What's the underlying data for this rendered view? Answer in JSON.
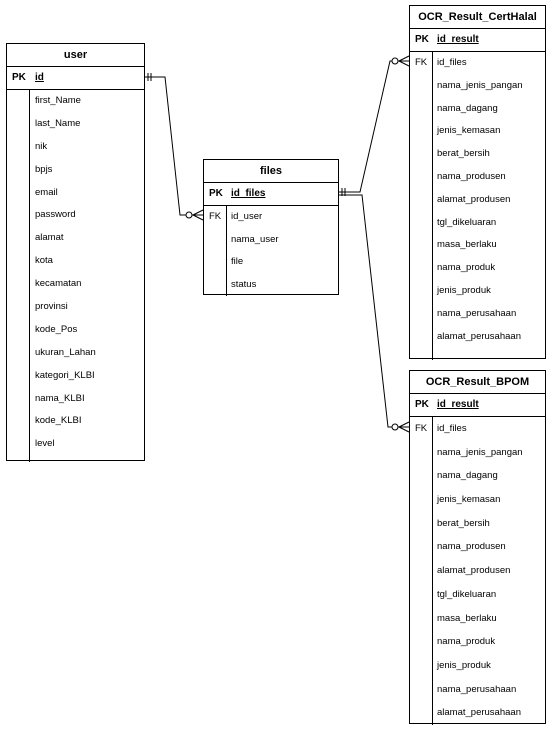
{
  "user": {
    "title": "user",
    "pk_label": "PK",
    "pk_name": "id",
    "fields": [
      "first_Name",
      "last_Name",
      "nik",
      "bpjs",
      "email",
      "password",
      "alamat",
      "kota",
      "kecamatan",
      "provinsi",
      "kode_Pos",
      "ukuran_Lahan",
      "kategori_KLBI",
      "nama_KLBI",
      "kode_KLBI",
      "level"
    ]
  },
  "files": {
    "title": "files",
    "pk_label": "PK",
    "pk_name": "id_files",
    "fk_label": "FK",
    "fields": [
      "id_user",
      "nama_user",
      "file",
      "status"
    ]
  },
  "certhalal": {
    "title": "OCR_Result_CertHalal",
    "pk_label": "PK",
    "pk_name": "id_result",
    "fk_label": "FK",
    "fields": [
      "id_files",
      "nama_jenis_pangan",
      "nama_dagang",
      "jenis_kemasan",
      "berat_bersih",
      "nama_produsen",
      "alamat_produsen",
      "tgl_dikeluaran",
      "masa_berlaku",
      "nama_produk",
      "jenis_produk",
      "nama_perusahaan",
      "alamat_perusahaan"
    ]
  },
  "bpom": {
    "title": "OCR_Result_BPOM",
    "pk_label": "PK",
    "pk_name": "id_result",
    "fk_label": "FK",
    "fields": [
      "id_files",
      "nama_jenis_pangan",
      "nama_dagang",
      "jenis_kemasan",
      "berat_bersih",
      "nama_produsen",
      "alamat_produsen",
      "tgl_dikeluaran",
      "masa_berlaku",
      "nama_produk",
      "jenis_produk",
      "nama_perusahaan",
      "alamat_perusahaan"
    ]
  }
}
